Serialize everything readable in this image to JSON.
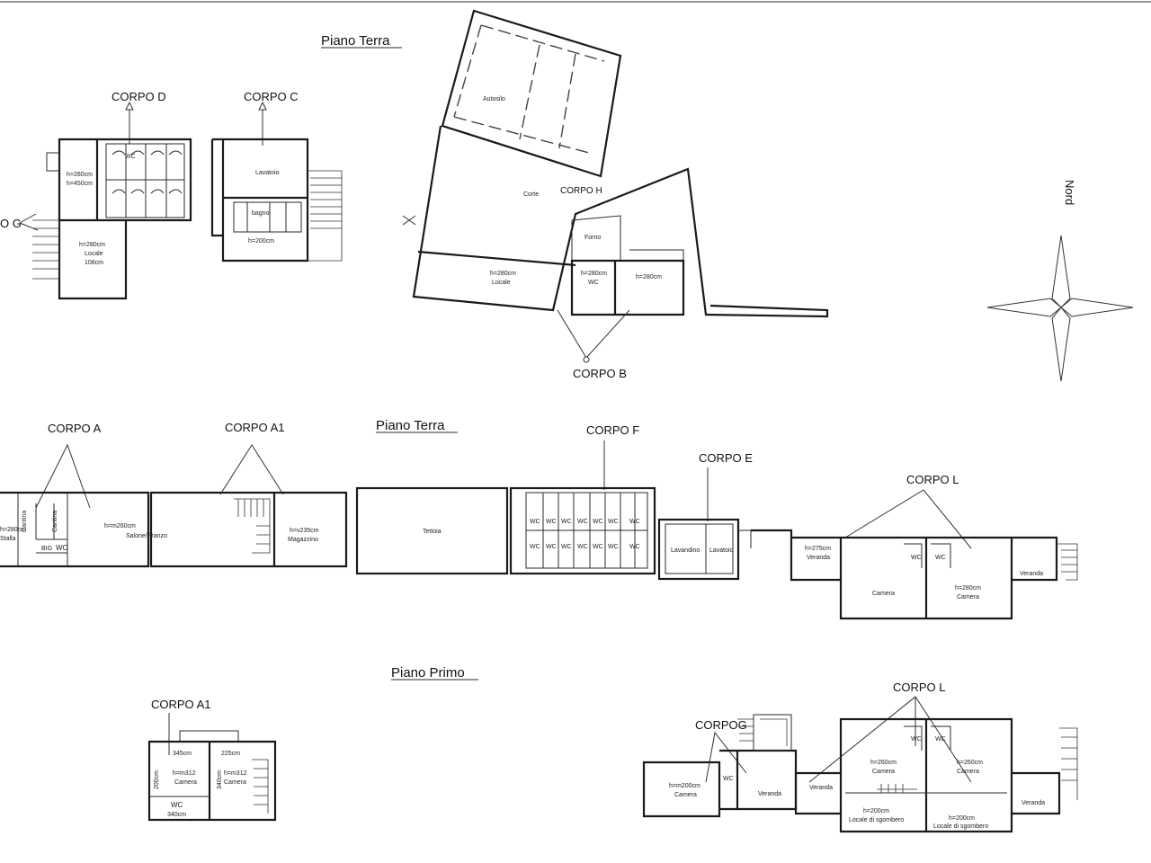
{
  "headings": {
    "piano_terra_top": "Piano Terra",
    "piano_terra_mid": "Piano Terra",
    "piano_primo": "Piano Primo"
  },
  "north_label": "Nord",
  "corpi": {
    "d": "CORPO D",
    "c": "CORPO C",
    "g": "O G",
    "h": "CORPO H",
    "b": "CORPO B",
    "a": "CORPO A",
    "a1": "CORPO A1",
    "f": "CORPO F",
    "e": "CORPO E",
    "l": "CORPO L",
    "a1_primo": "CORPO A1",
    "g_primo": "CORPOG",
    "l_primo": "CORPO L"
  },
  "rooms": {
    "d_room1": "h=280cm",
    "d_room1b": "h=450cm",
    "d_lower": "h=280cm",
    "d_lower_b": "Locale",
    "d_lower_c": "108cm",
    "wc": "WC",
    "c_room": "Lavatoio",
    "c_bath": "bagno",
    "c_h": "h=200cm",
    "autosilo": "Autosilo",
    "corte": "Corte",
    "forno": "Forno",
    "b_locale_h": "h=280cm",
    "b_locale": "Locale",
    "b_wc_h": "h=280cm",
    "b_wc": "WC",
    "b_right": "h=280cm",
    "a_left_h": "h=280cm",
    "a_left": "Stalla",
    "a_cantina1": "Cantina",
    "a_cantina2": "Cantina",
    "a_bg": "BIG",
    "a_wc": "WC",
    "a_salone_h": "h=m260cm",
    "a_salone": "Salone/Pranzo",
    "a1_h": "h=v235cm",
    "a1_magazzino": "Magazzino",
    "tettoia": "Tettoia",
    "f_wc": "WC",
    "e_lav1": "Lavandino",
    "e_lav2": "Lavatoio",
    "l_veranda_h": "h=275cm",
    "l_veranda": "Veranda",
    "l_camera": "Camera",
    "l_wc1": "WC",
    "l_wc2": "WC",
    "l_camera2_h": "h=280cm",
    "l_camera2": "Camera",
    "l_veranda2": "Veranda",
    "p_a1_w1": "345cm",
    "p_a1_w2": "225cm",
    "p_a1_c1_h": "h=m312",
    "p_a1_c1": "Camera",
    "p_a1_c2_h": "h=m312",
    "p_a1_c2": "Camera",
    "p_a1_wc": "WC",
    "p_a1_d": "340cm",
    "p_a1_dim2": "200cm",
    "p_a1_dim3": "340cm",
    "p_g_camera_h": "h=m200cm",
    "p_g_camera": "Camera",
    "p_g_wc": "WC",
    "p_g_veranda": "Veranda",
    "p_l_veranda1": "Veranda",
    "p_l_camera1_h": "h=260cm",
    "p_l_camera1": "Camera",
    "p_l_wc1": "WC",
    "p_l_wc2": "WC",
    "p_l_camera2_h": "h=260cm",
    "p_l_camera2": "Camera",
    "p_l_locale1_h": "h=200cm",
    "p_l_locale1": "Locale di sgombero",
    "p_l_locale2_h": "h=200cm",
    "p_l_locale2": "Locale di sgombero",
    "p_l_veranda2": "Veranda"
  }
}
